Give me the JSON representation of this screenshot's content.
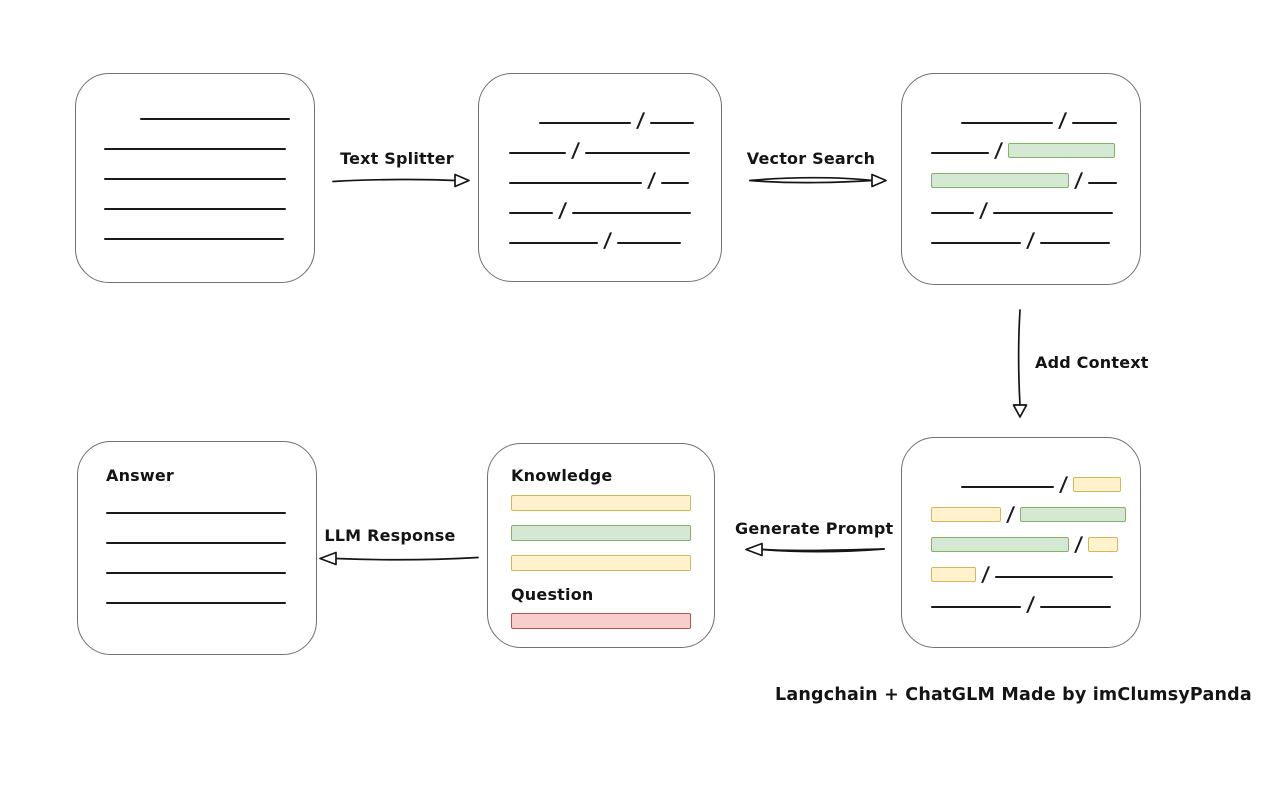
{
  "caption": "Langchain + ChatGLM Made by imClumsyPanda",
  "colors": {
    "box_border": "#707070",
    "line_color": "#1a1a1a",
    "arrow_color": "#151515",
    "green_fill": "#d5e8d4",
    "green_border": "#82b366",
    "yellow_fill": "#fff2cc",
    "yellow_border": "#d6b656",
    "red_fill": "#f8cecc",
    "red_border": "#b85450"
  },
  "arrows": {
    "text_splitter": {
      "label": "Text Splitter",
      "direction": "right"
    },
    "vector_search": {
      "label": "Vector Search",
      "direction": "right"
    },
    "add_context": {
      "label": "Add Context",
      "direction": "down"
    },
    "generate_prompt": {
      "label": "Generate Prompt",
      "direction": "left"
    },
    "llm_response": {
      "label": "LLM Response",
      "direction": "left"
    }
  },
  "nodes": {
    "document": {
      "rows": [
        [
          {
            "t": "indent",
            "w": 30
          },
          {
            "t": "line",
            "w": 150
          }
        ],
        [
          {
            "t": "line",
            "w": 182
          }
        ],
        [
          {
            "t": "line",
            "w": 182
          }
        ],
        [
          {
            "t": "line",
            "w": 182
          }
        ],
        [
          {
            "t": "line",
            "w": 180
          }
        ]
      ]
    },
    "split_chunks": {
      "rows": [
        [
          {
            "t": "indent",
            "w": 24
          },
          {
            "t": "line",
            "w": 92
          },
          {
            "t": "slash"
          },
          {
            "t": "line",
            "w": 44
          }
        ],
        [
          {
            "t": "line",
            "w": 57
          },
          {
            "t": "slash"
          },
          {
            "t": "line",
            "w": 105
          }
        ],
        [
          {
            "t": "line",
            "w": 133
          },
          {
            "t": "slash"
          },
          {
            "t": "line",
            "w": 28
          }
        ],
        [
          {
            "t": "line",
            "w": 44
          },
          {
            "t": "slash"
          },
          {
            "t": "line",
            "w": 119
          }
        ],
        [
          {
            "t": "line",
            "w": 89
          },
          {
            "t": "slash"
          },
          {
            "t": "line",
            "w": 64
          }
        ]
      ]
    },
    "matched_chunks": {
      "rows": [
        [
          {
            "t": "indent",
            "w": 24
          },
          {
            "t": "line",
            "w": 92
          },
          {
            "t": "slash"
          },
          {
            "t": "line",
            "w": 45
          }
        ],
        [
          {
            "t": "line",
            "w": 58
          },
          {
            "t": "slash"
          },
          {
            "t": "green",
            "w": 107
          }
        ],
        [
          {
            "t": "green",
            "w": 138
          },
          {
            "t": "slash"
          },
          {
            "t": "line",
            "w": 29
          }
        ],
        [
          {
            "t": "line",
            "w": 43
          },
          {
            "t": "slash"
          },
          {
            "t": "line",
            "w": 120
          }
        ],
        [
          {
            "t": "line",
            "w": 90
          },
          {
            "t": "slash"
          },
          {
            "t": "line",
            "w": 70
          }
        ]
      ]
    },
    "context_chunks": {
      "rows": [
        [
          {
            "t": "indent",
            "w": 24
          },
          {
            "t": "line",
            "w": 93
          },
          {
            "t": "slash"
          },
          {
            "t": "yellow",
            "w": 48
          }
        ],
        [
          {
            "t": "yellow",
            "w": 70
          },
          {
            "t": "slash"
          },
          {
            "t": "green",
            "w": 106
          }
        ],
        [
          {
            "t": "green",
            "w": 138
          },
          {
            "t": "slash"
          },
          {
            "t": "yellow",
            "w": 30
          }
        ],
        [
          {
            "t": "yellow",
            "w": 45
          },
          {
            "t": "slash"
          },
          {
            "t": "line",
            "w": 118
          }
        ],
        [
          {
            "t": "line",
            "w": 90
          },
          {
            "t": "slash"
          },
          {
            "t": "line",
            "w": 71
          }
        ]
      ]
    },
    "prompt": {
      "knowledge_label": "Knowledge",
      "question_label": "Question",
      "knowledge_bars": [
        "yellow",
        "green",
        "yellow"
      ],
      "question_bars": [
        "red"
      ]
    },
    "answer": {
      "label": "Answer",
      "rows": [
        [
          {
            "t": "line",
            "w": 180
          }
        ],
        [
          {
            "t": "line",
            "w": 180
          }
        ],
        [
          {
            "t": "line",
            "w": 180
          }
        ],
        [
          {
            "t": "line",
            "w": 180
          }
        ]
      ]
    }
  }
}
